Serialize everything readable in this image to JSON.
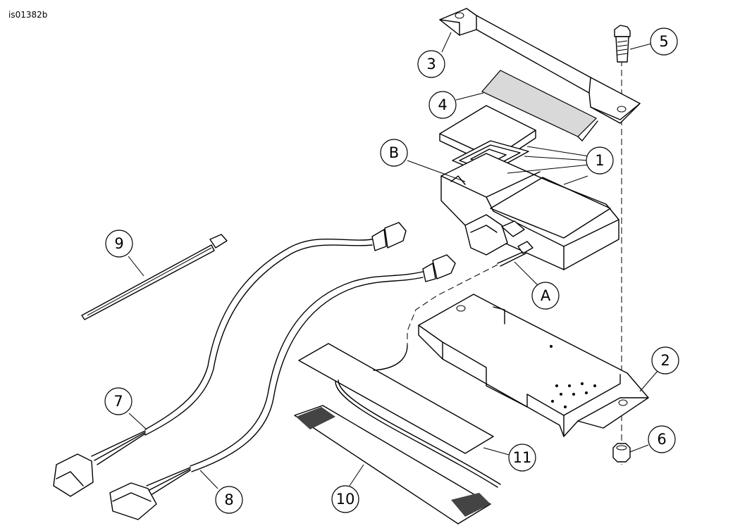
{
  "figure_id": "is01382b",
  "callouts": {
    "c1": "1",
    "c2": "2",
    "c3": "3",
    "c4": "4",
    "c5": "5",
    "c6": "6",
    "c7": "7",
    "c8": "8",
    "c9": "9",
    "c10": "10",
    "c11": "11",
    "cA": "A",
    "cB": "B"
  }
}
